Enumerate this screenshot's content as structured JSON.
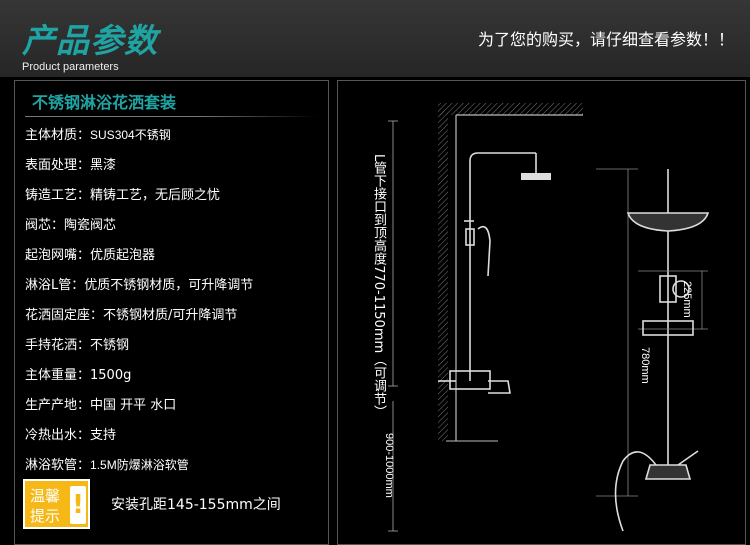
{
  "header": {
    "title_cn": "产品参数",
    "title_en": "Product parameters",
    "note": "为了您的购买，请仔细查看参数！！"
  },
  "specs": {
    "title": "不锈钢淋浴花洒套装",
    "rows": [
      {
        "label": "主体材质：",
        "value": "SUS304不锈钢"
      },
      {
        "label": "表面处理：",
        "value": "黑漆"
      },
      {
        "label": "铸造工艺：",
        "value": "精铸工艺，无后顾之忧"
      },
      {
        "label": "阀芯：",
        "value": "陶瓷阀芯"
      },
      {
        "label": "起泡网嘴：",
        "value": "优质起泡器"
      },
      {
        "label": "淋浴L管：",
        "value": "优质不锈钢材质，可升降调节"
      },
      {
        "label": "花洒固定座：",
        "value": "不锈钢材质/可升降调节"
      },
      {
        "label": "手持花洒：",
        "value": "不锈钢"
      },
      {
        "label": "主体重量：",
        "value": "1500g"
      },
      {
        "label": "生产产地：",
        "value": "中国 开平 水口"
      },
      {
        "label": "冷热出水：",
        "value": "支持"
      },
      {
        "label": "淋浴软管：",
        "value": "1.5M防爆淋浴软管"
      }
    ]
  },
  "tip": {
    "badge_line1": "温馨",
    "badge_line2": "提示",
    "bang": "!",
    "text": "安装孔距145-155mm之间"
  },
  "diagram": {
    "label_pipe_height": "L管下接口到顶高度770-1150mm（可调节）",
    "label_floor_height": "900-1000mm",
    "label_225": "225mm",
    "label_780": "780mm"
  },
  "colors": {
    "accent": "#1fa3a3",
    "badge": "#f5b817",
    "background": "#000000"
  }
}
